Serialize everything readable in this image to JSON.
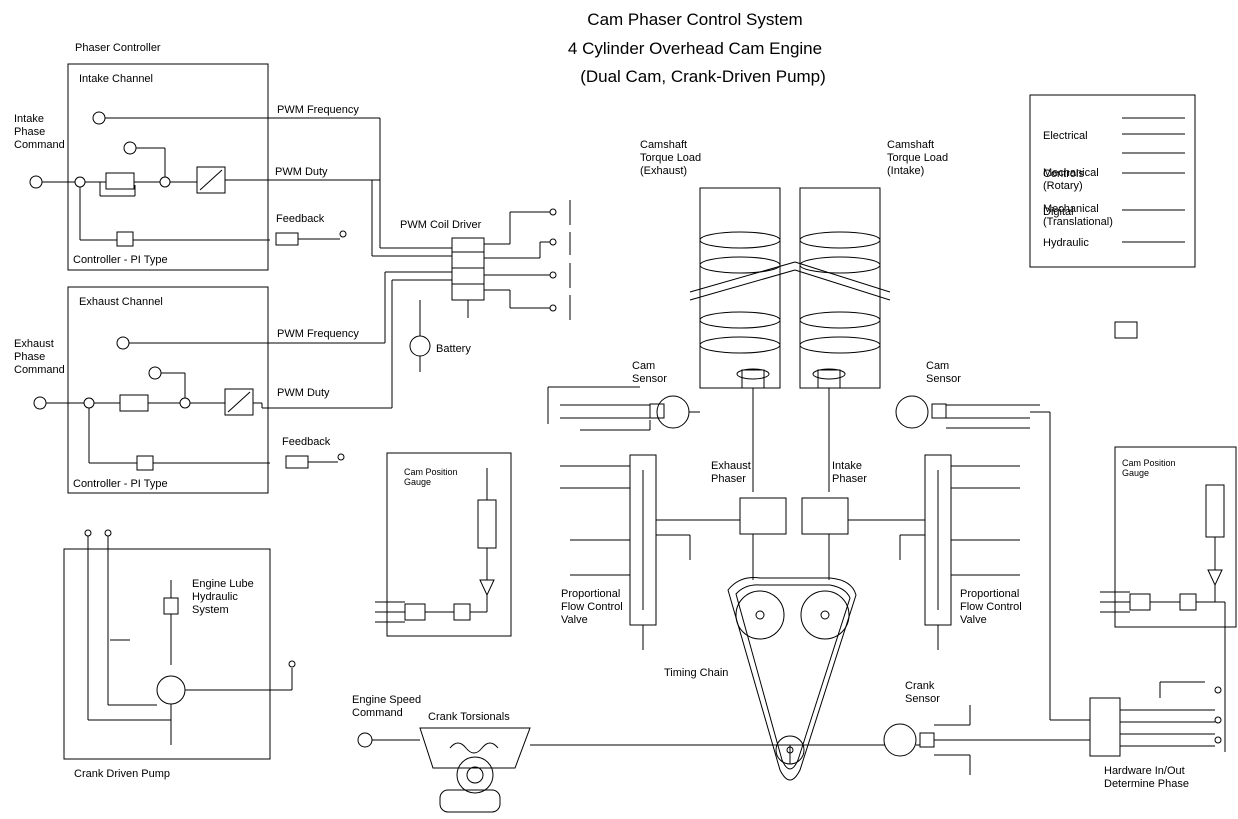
{
  "title": {
    "line1": "Cam Phaser Control System",
    "line2": "4 Cylinder Overhead Cam Engine",
    "line3": "(Dual Cam, Crank-Driven Pump)"
  },
  "phaser_controller": {
    "label": "Phaser Controller",
    "intake": {
      "label": "Intake Channel",
      "command": "Intake\nPhase\nCommand",
      "pwm_frequency": "PWM Frequency",
      "pwm_duty": "PWM Duty",
      "feedback": "Feedback",
      "controller": "Controller - PI Type"
    },
    "exhaust": {
      "label": "Exhaust Channel",
      "command": "Exhaust\nPhase\nCommand",
      "pwm_frequency": "PWM Frequency",
      "pwm_duty": "PWM Duty",
      "feedback": "Feedback",
      "controller": "Controller - PI Type"
    }
  },
  "pwm_coil_driver": "PWM Coil Driver",
  "battery": "Battery",
  "legend": {
    "items": [
      "Electrical",
      "Controls",
      "Digital",
      "Mechanical\n(Rotary)",
      "Mechanical\n(Translational)",
      "Hydraulic"
    ]
  },
  "camshaft_exhaust": "Camshaft\nTorque Load\n(Exhaust)",
  "camshaft_intake": "Camshaft\nTorque Load\n(Intake)",
  "cam_sensor_left": "Cam\nSensor",
  "cam_sensor_right": "Cam\nSensor",
  "exhaust_phaser": "Exhaust\nPhaser",
  "intake_phaser": "Intake\nPhaser",
  "cam_position_gauge_left": "Cam Position\nGauge",
  "cam_position_gauge_right": "Cam Position\nGauge",
  "valve_left": "Proportional\nFlow Control\nValve",
  "valve_right": "Proportional\nFlow Control\nValve",
  "timing_chain": "Timing Chain",
  "crank_sensor": "Crank\nSensor",
  "engine_lube": "Engine Lube\nHydraulic\nSystem",
  "crank_driven_pump": "Crank Driven Pump",
  "engine_speed_command": "Engine Speed\nCommand",
  "crank_torsionals": "Crank Torsionals",
  "hardware_io": "Hardware In/Out\nDetermine Phase"
}
